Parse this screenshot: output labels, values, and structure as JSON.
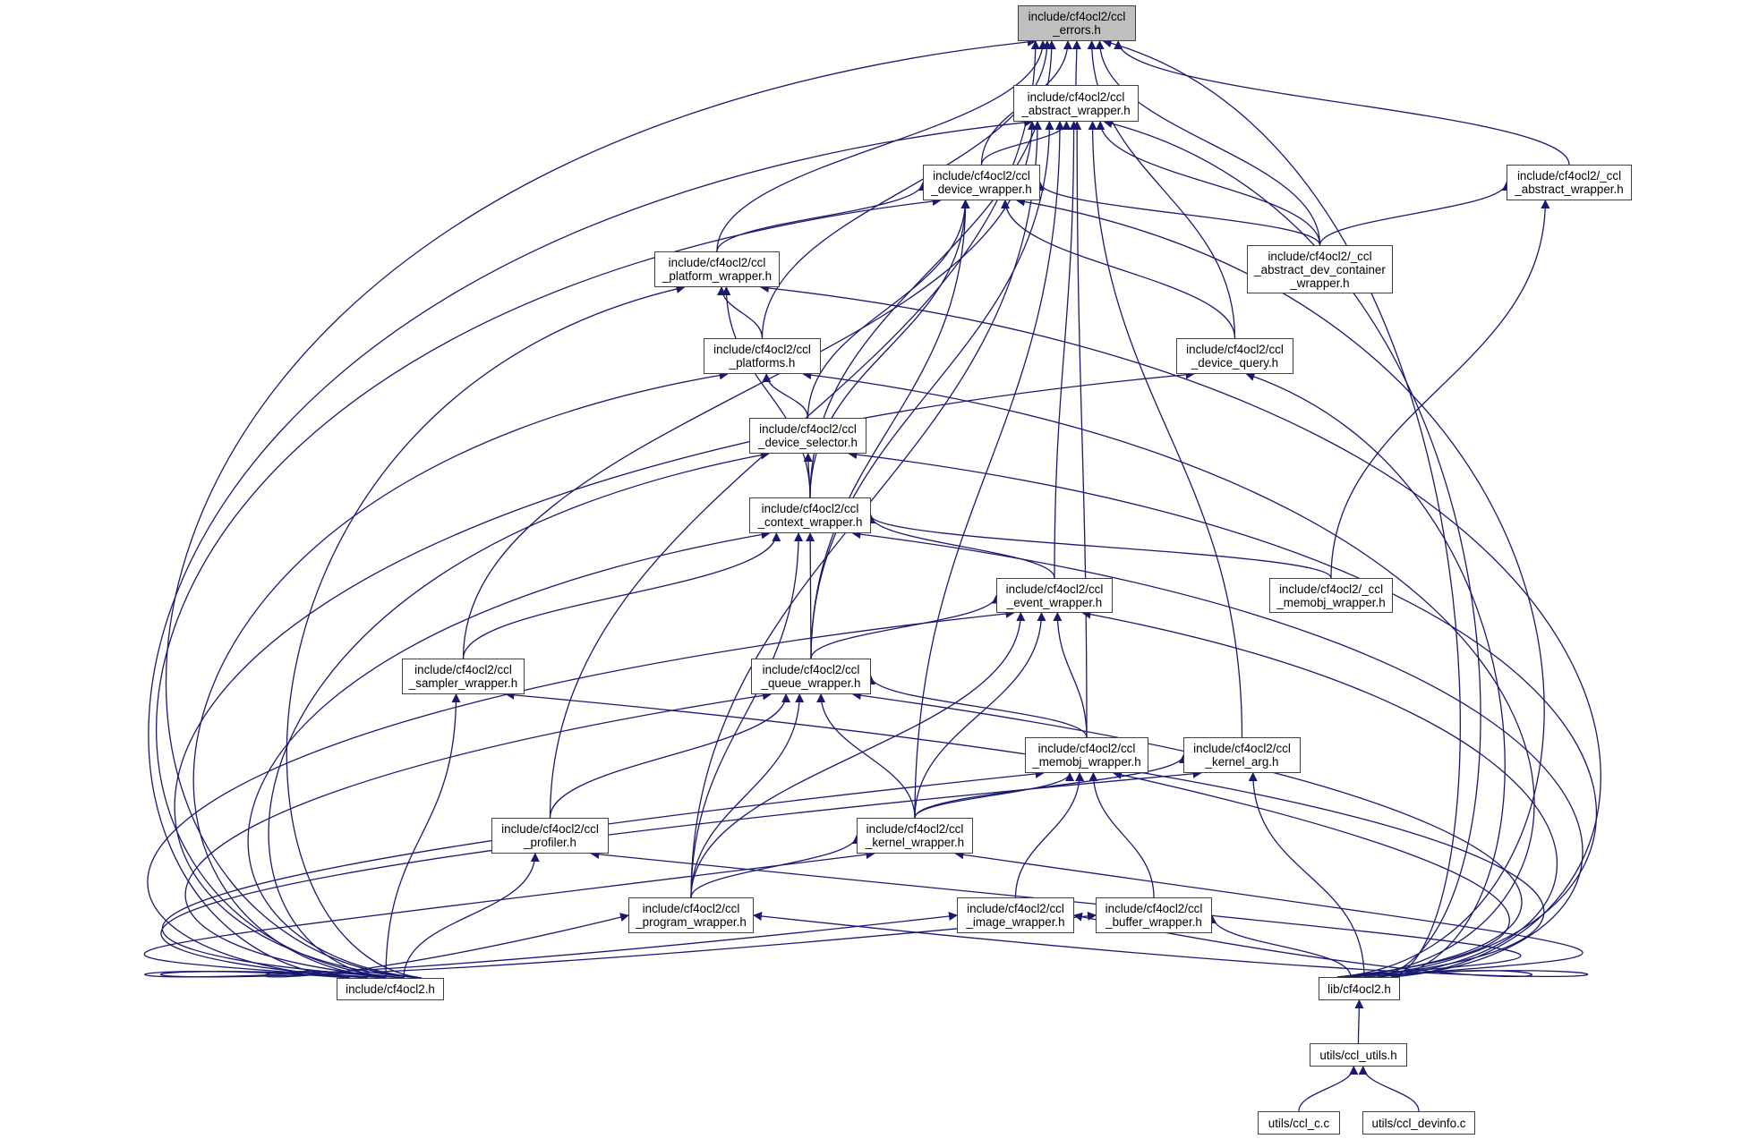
{
  "diagram": {
    "title": "Include dependency graph (included by)",
    "edge_color": "#191970",
    "current_node_fill": "#bfbfbf",
    "nodes": [
      {
        "id": "errors",
        "lines": [
          "include/cf4ocl2/ccl",
          "_errors.h"
        ],
        "current": true
      },
      {
        "id": "abstract_wrapper",
        "lines": [
          "include/cf4ocl2/ccl",
          "_abstract_wrapper.h"
        ]
      },
      {
        "id": "device_wrapper",
        "lines": [
          "include/cf4ocl2/ccl",
          "_device_wrapper.h"
        ]
      },
      {
        "id": "u_abstract_wrapper",
        "lines": [
          "include/cf4ocl2/_ccl",
          "_abstract_wrapper.h"
        ]
      },
      {
        "id": "platform_wrapper",
        "lines": [
          "include/cf4ocl2/ccl",
          "_platform_wrapper.h"
        ]
      },
      {
        "id": "u_abstract_dev_container",
        "lines": [
          "include/cf4ocl2/_ccl",
          "_abstract_dev_container",
          "_wrapper.h"
        ]
      },
      {
        "id": "platforms",
        "lines": [
          "include/cf4ocl2/ccl",
          "_platforms.h"
        ]
      },
      {
        "id": "device_query",
        "lines": [
          "include/cf4ocl2/ccl",
          "_device_query.h"
        ]
      },
      {
        "id": "device_selector",
        "lines": [
          "include/cf4ocl2/ccl",
          "_device_selector.h"
        ]
      },
      {
        "id": "context_wrapper",
        "lines": [
          "include/cf4ocl2/ccl",
          "_context_wrapper.h"
        ]
      },
      {
        "id": "event_wrapper",
        "lines": [
          "include/cf4ocl2/ccl",
          "_event_wrapper.h"
        ]
      },
      {
        "id": "u_memobj_wrapper",
        "lines": [
          "include/cf4ocl2/_ccl",
          "_memobj_wrapper.h"
        ]
      },
      {
        "id": "sampler_wrapper",
        "lines": [
          "include/cf4ocl2/ccl",
          "_sampler_wrapper.h"
        ]
      },
      {
        "id": "queue_wrapper",
        "lines": [
          "include/cf4ocl2/ccl",
          "_queue_wrapper.h"
        ]
      },
      {
        "id": "memobj_wrapper",
        "lines": [
          "include/cf4ocl2/ccl",
          "_memobj_wrapper.h"
        ]
      },
      {
        "id": "kernel_arg",
        "lines": [
          "include/cf4ocl2/ccl",
          "_kernel_arg.h"
        ]
      },
      {
        "id": "profiler",
        "lines": [
          "include/cf4ocl2/ccl",
          "_profiler.h"
        ]
      },
      {
        "id": "kernel_wrapper",
        "lines": [
          "include/cf4ocl2/ccl",
          "_kernel_wrapper.h"
        ]
      },
      {
        "id": "program_wrapper",
        "lines": [
          "include/cf4ocl2/ccl",
          "_program_wrapper.h"
        ]
      },
      {
        "id": "image_wrapper",
        "lines": [
          "include/cf4ocl2/ccl",
          "_image_wrapper.h"
        ]
      },
      {
        "id": "buffer_wrapper",
        "lines": [
          "include/cf4ocl2/ccl",
          "_buffer_wrapper.h"
        ]
      },
      {
        "id": "include_cf4ocl2",
        "lines": [
          "include/cf4ocl2.h"
        ]
      },
      {
        "id": "lib_cf4ocl2",
        "lines": [
          "lib/cf4ocl2.h"
        ]
      },
      {
        "id": "ccl_utils",
        "lines": [
          "utils/ccl_utils.h"
        ]
      },
      {
        "id": "ccl_c",
        "lines": [
          "utils/ccl_c.c"
        ]
      },
      {
        "id": "ccl_devinfo",
        "lines": [
          "utils/ccl_devinfo.c"
        ]
      }
    ],
    "edges": [
      [
        "abstract_wrapper",
        "errors"
      ],
      [
        "device_wrapper",
        "errors"
      ],
      [
        "platform_wrapper",
        "errors"
      ],
      [
        "platforms",
        "errors"
      ],
      [
        "u_abstract_dev_container",
        "errors"
      ],
      [
        "device_query",
        "errors"
      ],
      [
        "u_abstract_wrapper",
        "errors"
      ],
      [
        "context_wrapper",
        "errors"
      ],
      [
        "profiler",
        "errors"
      ],
      [
        "include_cf4ocl2",
        "errors"
      ],
      [
        "lib_cf4ocl2",
        "errors"
      ],
      [
        "device_wrapper",
        "abstract_wrapper"
      ],
      [
        "u_abstract_dev_container",
        "abstract_wrapper"
      ],
      [
        "event_wrapper",
        "abstract_wrapper"
      ],
      [
        "memobj_wrapper",
        "abstract_wrapper"
      ],
      [
        "kernel_arg",
        "abstract_wrapper"
      ],
      [
        "sampler_wrapper",
        "abstract_wrapper"
      ],
      [
        "queue_wrapper",
        "abstract_wrapper"
      ],
      [
        "kernel_wrapper",
        "abstract_wrapper"
      ],
      [
        "program_wrapper",
        "abstract_wrapper"
      ],
      [
        "include_cf4ocl2",
        "abstract_wrapper"
      ],
      [
        "lib_cf4ocl2",
        "abstract_wrapper"
      ],
      [
        "platform_wrapper",
        "device_wrapper"
      ],
      [
        "u_abstract_dev_container",
        "device_wrapper"
      ],
      [
        "device_query",
        "device_wrapper"
      ],
      [
        "device_selector",
        "device_wrapper"
      ],
      [
        "context_wrapper",
        "device_wrapper"
      ],
      [
        "queue_wrapper",
        "device_wrapper"
      ],
      [
        "include_cf4ocl2",
        "device_wrapper"
      ],
      [
        "lib_cf4ocl2",
        "device_wrapper"
      ],
      [
        "u_abstract_dev_container",
        "u_abstract_wrapper"
      ],
      [
        "u_memobj_wrapper",
        "u_abstract_wrapper"
      ],
      [
        "platforms",
        "platform_wrapper"
      ],
      [
        "context_wrapper",
        "platform_wrapper"
      ],
      [
        "include_cf4ocl2",
        "platform_wrapper"
      ],
      [
        "lib_cf4ocl2",
        "platform_wrapper"
      ],
      [
        "device_selector",
        "platforms"
      ],
      [
        "include_cf4ocl2",
        "platforms"
      ],
      [
        "lib_cf4ocl2",
        "platforms"
      ],
      [
        "include_cf4ocl2",
        "device_query"
      ],
      [
        "lib_cf4ocl2",
        "device_query"
      ],
      [
        "context_wrapper",
        "device_selector"
      ],
      [
        "include_cf4ocl2",
        "device_selector"
      ],
      [
        "lib_cf4ocl2",
        "device_selector"
      ],
      [
        "event_wrapper",
        "context_wrapper"
      ],
      [
        "u_memobj_wrapper",
        "context_wrapper"
      ],
      [
        "sampler_wrapper",
        "context_wrapper"
      ],
      [
        "queue_wrapper",
        "context_wrapper"
      ],
      [
        "program_wrapper",
        "context_wrapper"
      ],
      [
        "include_cf4ocl2",
        "context_wrapper"
      ],
      [
        "lib_cf4ocl2",
        "context_wrapper"
      ],
      [
        "queue_wrapper",
        "event_wrapper"
      ],
      [
        "memobj_wrapper",
        "event_wrapper"
      ],
      [
        "kernel_wrapper",
        "event_wrapper"
      ],
      [
        "program_wrapper",
        "event_wrapper"
      ],
      [
        "include_cf4ocl2",
        "event_wrapper"
      ],
      [
        "lib_cf4ocl2",
        "event_wrapper"
      ],
      [
        "include_cf4ocl2",
        "sampler_wrapper"
      ],
      [
        "lib_cf4ocl2",
        "sampler_wrapper"
      ],
      [
        "memobj_wrapper",
        "queue_wrapper"
      ],
      [
        "profiler",
        "queue_wrapper"
      ],
      [
        "kernel_wrapper",
        "queue_wrapper"
      ],
      [
        "program_wrapper",
        "queue_wrapper"
      ],
      [
        "include_cf4ocl2",
        "queue_wrapper"
      ],
      [
        "lib_cf4ocl2",
        "queue_wrapper"
      ],
      [
        "kernel_wrapper",
        "memobj_wrapper"
      ],
      [
        "image_wrapper",
        "memobj_wrapper"
      ],
      [
        "buffer_wrapper",
        "memobj_wrapper"
      ],
      [
        "include_cf4ocl2",
        "memobj_wrapper"
      ],
      [
        "lib_cf4ocl2",
        "memobj_wrapper"
      ],
      [
        "kernel_wrapper",
        "kernel_arg"
      ],
      [
        "include_cf4ocl2",
        "kernel_arg"
      ],
      [
        "lib_cf4ocl2",
        "kernel_arg"
      ],
      [
        "include_cf4ocl2",
        "profiler"
      ],
      [
        "lib_cf4ocl2",
        "profiler"
      ],
      [
        "program_wrapper",
        "kernel_wrapper"
      ],
      [
        "include_cf4ocl2",
        "kernel_wrapper"
      ],
      [
        "lib_cf4ocl2",
        "kernel_wrapper"
      ],
      [
        "include_cf4ocl2",
        "program_wrapper"
      ],
      [
        "lib_cf4ocl2",
        "program_wrapper"
      ],
      [
        "include_cf4ocl2",
        "image_wrapper"
      ],
      [
        "lib_cf4ocl2",
        "image_wrapper"
      ],
      [
        "include_cf4ocl2",
        "buffer_wrapper"
      ],
      [
        "lib_cf4ocl2",
        "buffer_wrapper"
      ],
      [
        "ccl_utils",
        "lib_cf4ocl2"
      ],
      [
        "ccl_c",
        "ccl_utils"
      ],
      [
        "ccl_devinfo",
        "ccl_utils"
      ]
    ]
  }
}
